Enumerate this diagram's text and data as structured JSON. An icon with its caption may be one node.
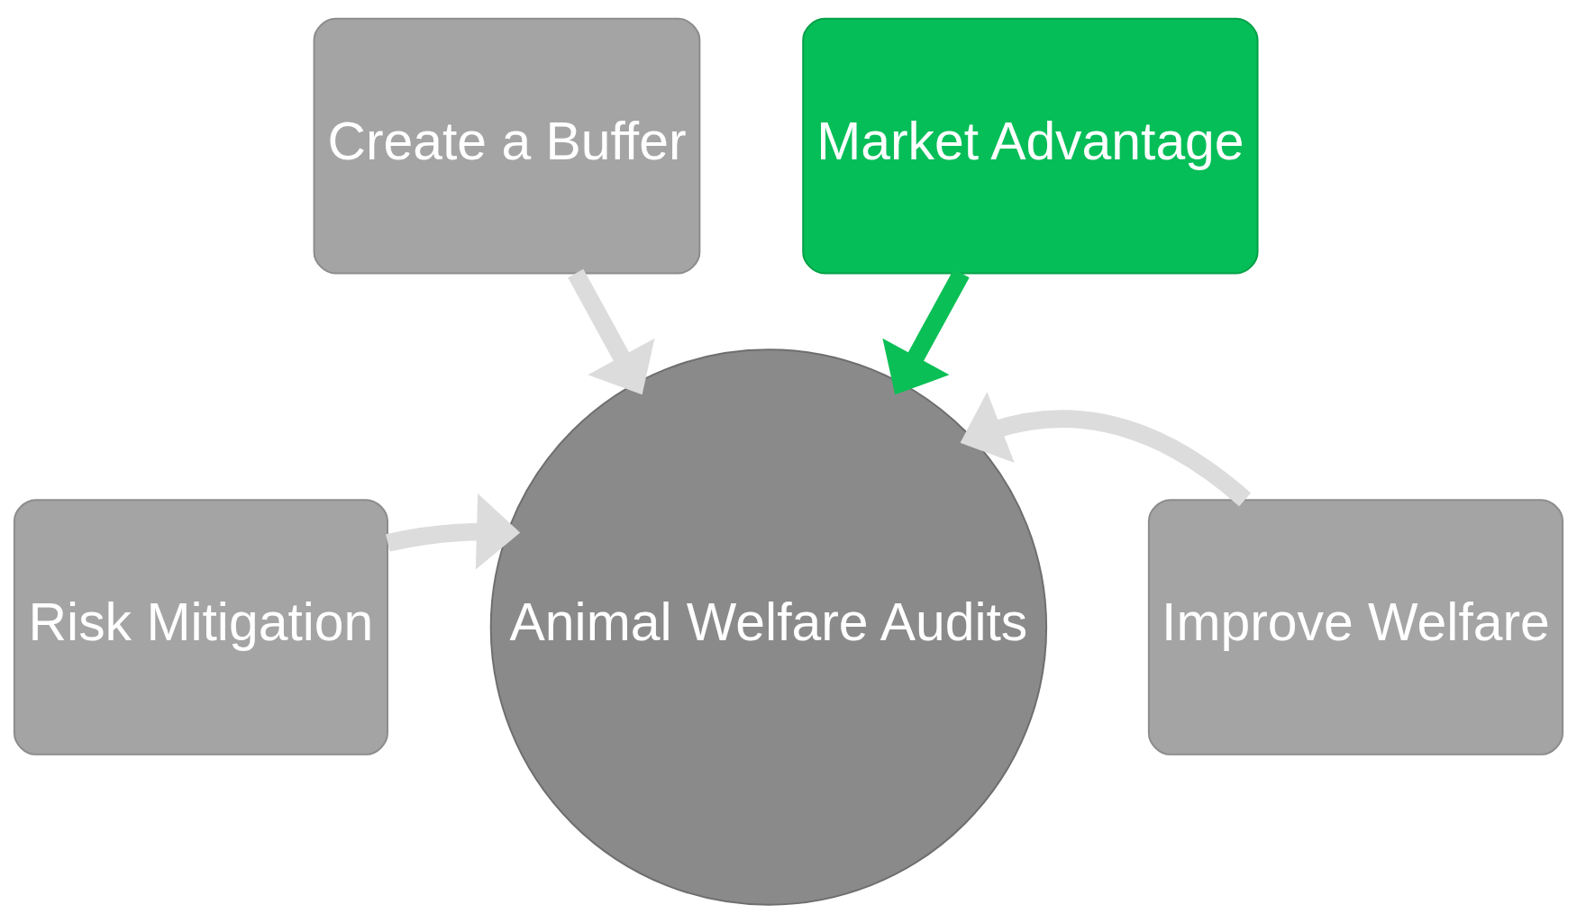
{
  "diagram": {
    "nodes": [
      {
        "text": [
          "Create a Buffer"
        ]
      },
      {
        "text": [
          "Market Advantage"
        ]
      },
      {
        "text": [
          "Risk Mitigation"
        ]
      },
      {
        "text": [
          "Improve Welfare"
        ]
      },
      {
        "text": [
          "Animal Welfare Audits"
        ]
      }
    ],
    "edges": [
      {
        "from": 0,
        "to": 4,
        "arrow": "to"
      },
      {
        "from": 1,
        "to": 4,
        "arrow": "to",
        "color": "#0abf55"
      },
      {
        "from": 2,
        "to": 4,
        "arrow": "to"
      },
      {
        "from": 3,
        "to": 4,
        "arrow": "to"
      }
    ]
  }
}
